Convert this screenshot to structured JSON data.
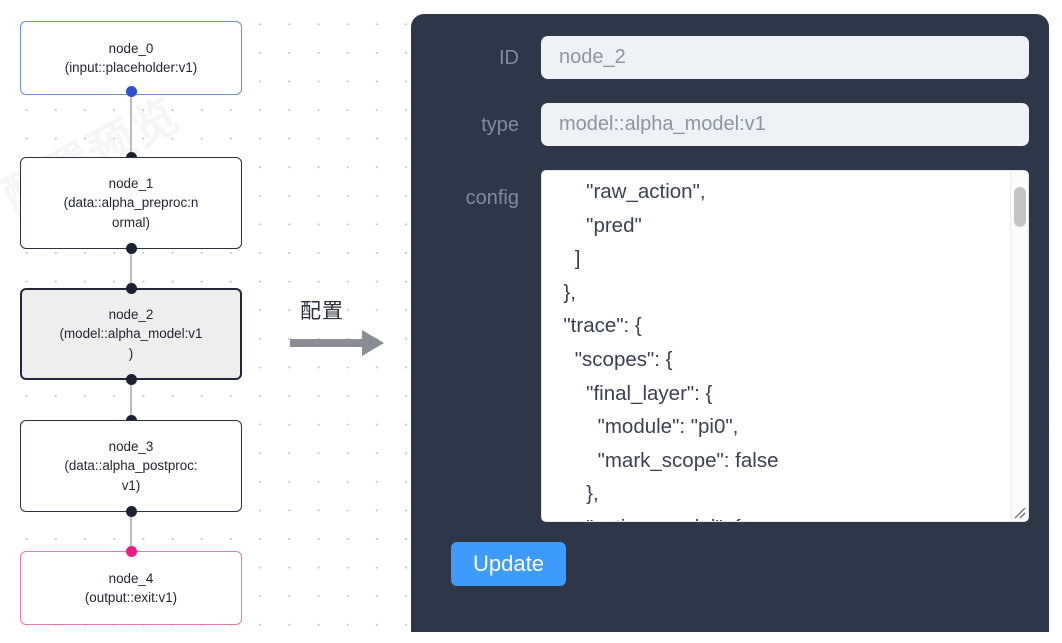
{
  "canvas": {
    "watermark_text": "配置预览",
    "nodes": [
      {
        "id": "node_0",
        "type": "(input::placeholder:v1)",
        "state": "source"
      },
      {
        "id": "node_1",
        "type": "(data::alpha_preproc:n",
        "type_line2": "ormal)",
        "state": "normal"
      },
      {
        "id": "node_2",
        "type": "(model::alpha_model:v1",
        "type_line2": ")",
        "state": "selected"
      },
      {
        "id": "node_3",
        "type": "(data::alpha_postproc:",
        "type_line2": "v1)",
        "state": "normal"
      },
      {
        "id": "node_4",
        "type": "(output::exit:v1)",
        "state": "sink"
      }
    ],
    "colors": {
      "node_border_default": "#2b3040",
      "node_border_input": "#6b8ed6",
      "node_border_output": "#e17bab",
      "node_selected_fill": "#eeeeee",
      "handle_default": "#1c2033",
      "handle_input": "#2f4fd1",
      "handle_output": "#ec1b8c",
      "edge": "#b9bcc4",
      "grid_dot": "#c9ccd4"
    }
  },
  "arrow": {
    "label": "配置",
    "color": "#8a8d94"
  },
  "inspector": {
    "id_field": {
      "label": "ID",
      "value": "node_2",
      "placeholder": "node_2"
    },
    "type_field": {
      "label": "type",
      "value": "model::alpha_model:v1",
      "placeholder": "model::alpha_model:v1"
    },
    "config_field": {
      "label": "config",
      "value": "      \"raw_action\",\n      \"pred\"\n    ]\n  },\n  \"trace\": {\n    \"scopes\": {\n      \"final_layer\": {\n        \"module\": \"pi0\",\n        \"mark_scope\": false\n      },\n      \"action_model\": {"
    },
    "update_button": {
      "label": "Update"
    },
    "colors": {
      "panel_bg": "#2e3748",
      "input_bg": "#eef1f6",
      "input_text": "#8d95a2",
      "label_text": "#828b9a",
      "accent": "#3d9bfb",
      "code_text": "#3a4150"
    }
  }
}
